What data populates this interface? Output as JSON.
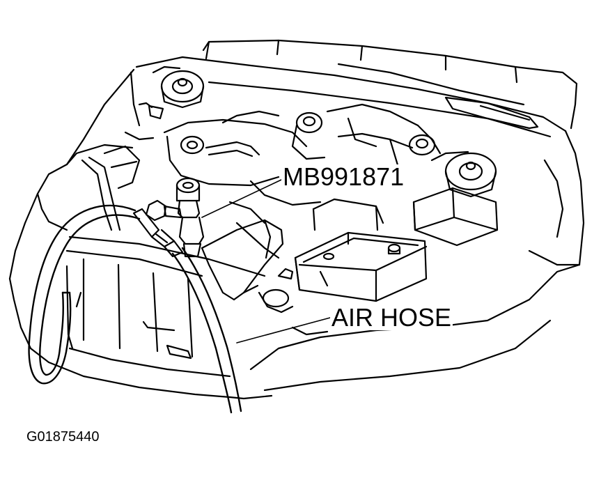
{
  "labels": {
    "tool": "MB991871",
    "hose": "AIR HOSE"
  },
  "figure_id": "G01875440",
  "colors": {
    "line": "#000000",
    "background": "#ffffff"
  }
}
